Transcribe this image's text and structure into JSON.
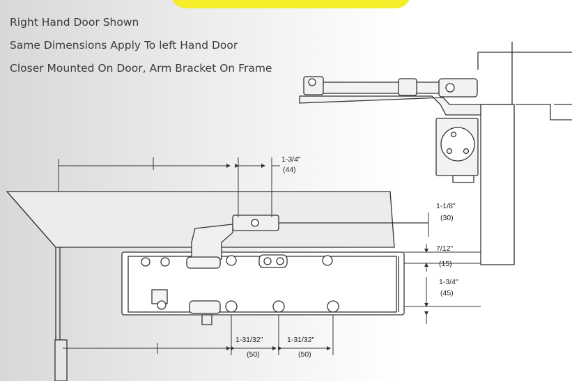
{
  "notes": [
    "Right Hand Door Shown",
    "Same Dimensions Apply To left Hand Door",
    "Closer Mounted On Door, Arm Bracket On Frame"
  ],
  "dimensions": {
    "top_bracket": {
      "imperial": "1-3/4\"",
      "metric": "(44)"
    },
    "right_top": {
      "imperial": "1-1/8\"",
      "metric": "(30)"
    },
    "right_mid": {
      "imperial": "7/12\"",
      "metric": "(15)"
    },
    "right_low": {
      "imperial": "1-3/4\"",
      "metric": "(45)"
    },
    "bottom_left": {
      "imperial": "1-31/32\"",
      "metric": "(50)"
    },
    "bottom_right": {
      "imperial": "1-31/32\"",
      "metric": "(50)"
    }
  },
  "colors": {
    "banner": "#f5ec2a",
    "line": "#333333",
    "fill": "#f2f2f2"
  }
}
